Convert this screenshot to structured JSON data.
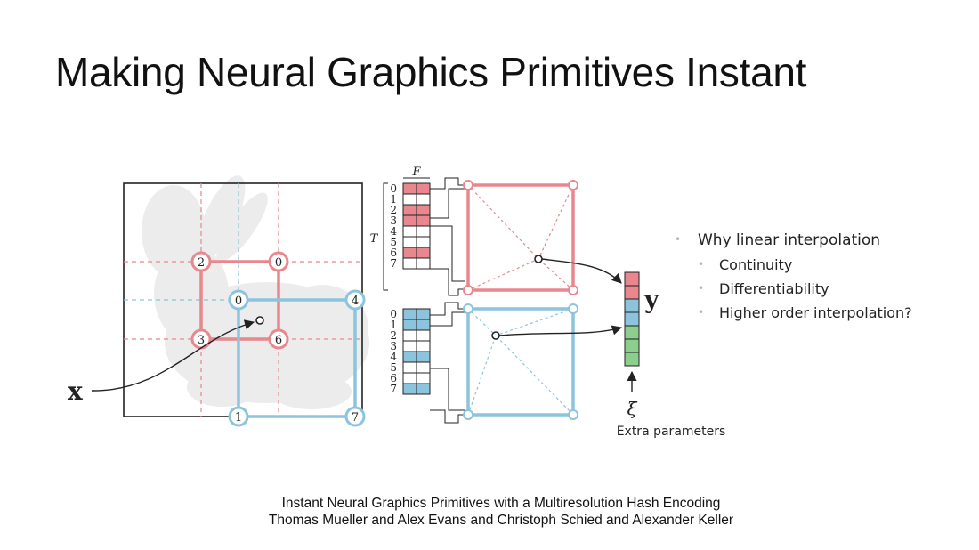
{
  "slide": {
    "title": "Making Neural Graphics Primitives Instant"
  },
  "diagram": {
    "input_label": "x",
    "output_label": "y",
    "xi_label": "ξ",
    "extra_parameters_label": "Extra parameters",
    "F_label": "F",
    "T_label": "T",
    "colors": {
      "red": "#e8878d",
      "blue": "#8dc4dd",
      "green": "#8ccf8c",
      "dark": "#222222"
    },
    "grid_red_nodes": {
      "top_left": "2",
      "top_right": "0",
      "bottom_left": "3",
      "bottom_right": "6"
    },
    "grid_blue_nodes": {
      "top_left": "0",
      "top_right": "4",
      "bottom_left": "1",
      "bottom_right": "7"
    },
    "hash_table_red": {
      "indices": [
        "0",
        "1",
        "2",
        "3",
        "4",
        "5",
        "6",
        "7"
      ],
      "highlighted": [
        0,
        2,
        3,
        6
      ]
    },
    "hash_table_blue": {
      "indices": [
        "0",
        "1",
        "2",
        "3",
        "4",
        "5",
        "6",
        "7"
      ],
      "highlighted": [
        0,
        1,
        4,
        7
      ]
    },
    "output_vector": [
      "red",
      "red",
      "blue",
      "blue",
      "green",
      "green",
      "green"
    ]
  },
  "bullets": [
    {
      "level": 1,
      "text": "Why linear interpolation"
    },
    {
      "level": 2,
      "text": "Continuity"
    },
    {
      "level": 2,
      "text": "Differentiability"
    },
    {
      "level": 2,
      "text": "Higher order interpolation?"
    }
  ],
  "citation": {
    "line1": "Instant Neural Graphics Primitives with a Multiresolution Hash Encoding",
    "line2": "Thomas Mueller and Alex Evans and Christoph Schied and Alexander Keller"
  }
}
